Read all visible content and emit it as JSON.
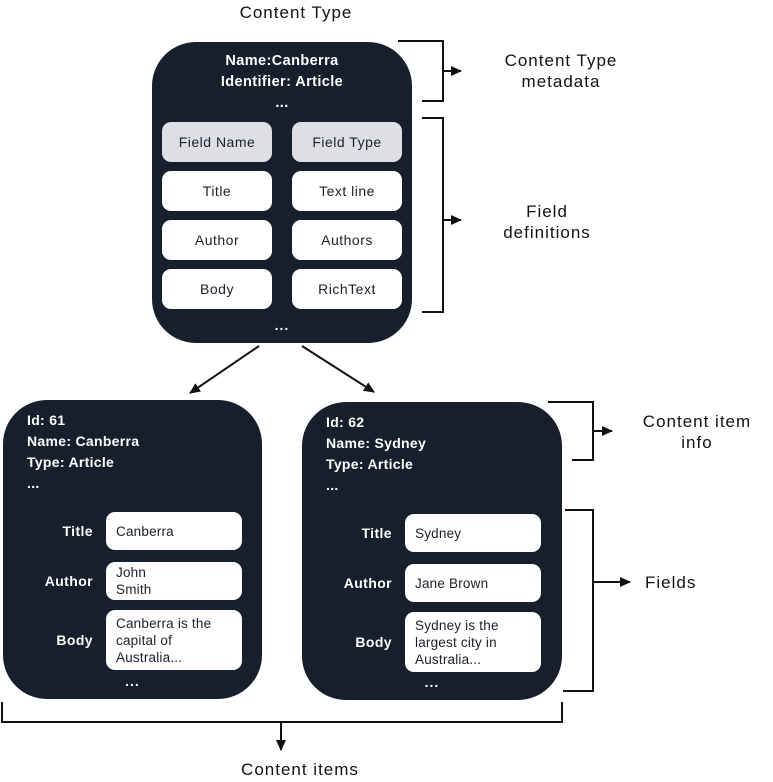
{
  "colors": {
    "box_background": "#171E2C",
    "header_cell_background": "#DEDFE5",
    "cell_background": "#FFFFFF",
    "line_color": "#111111",
    "text_on_dark": "#FFFFFF",
    "text_dark": "#1A1F2B"
  },
  "diagram_title": "Content Type",
  "content_type_box": {
    "meta_lines": [
      "Name:Canberra",
      "Identifier: Article",
      "..."
    ],
    "field_table": {
      "header": [
        "Field Name",
        "Field Type"
      ],
      "rows": [
        [
          "Title",
          "Text line"
        ],
        [
          "Author",
          "Authors"
        ],
        [
          "Body",
          "RichText"
        ]
      ]
    },
    "ellipsis": "..."
  },
  "annotations": {
    "content_type_metadata": "Content Type metadata",
    "field_definitions": "Field definitions",
    "content_item_info": "Content item info",
    "fields": "Fields",
    "content_items": "Content items"
  },
  "items": [
    {
      "info_lines": [
        "Id: 61",
        "Name: Canberra",
        "Type: Article",
        "..."
      ],
      "fields": [
        {
          "label": "Title",
          "value": "Canberra"
        },
        {
          "label": "Author",
          "value": "John\nSmith"
        },
        {
          "label": "Body",
          "value": "Canberra is the\ncapital of\nAustralia..."
        }
      ],
      "ellipsis": "..."
    },
    {
      "info_lines": [
        "Id: 62",
        "Name: Sydney",
        "Type: Article",
        "..."
      ],
      "fields": [
        {
          "label": "Title",
          "value": "Sydney"
        },
        {
          "label": "Author",
          "value": "Jane Brown"
        },
        {
          "label": "Body",
          "value": "Sydney is the\nlargest city in\nAustralia..."
        }
      ],
      "ellipsis": "..."
    }
  ]
}
